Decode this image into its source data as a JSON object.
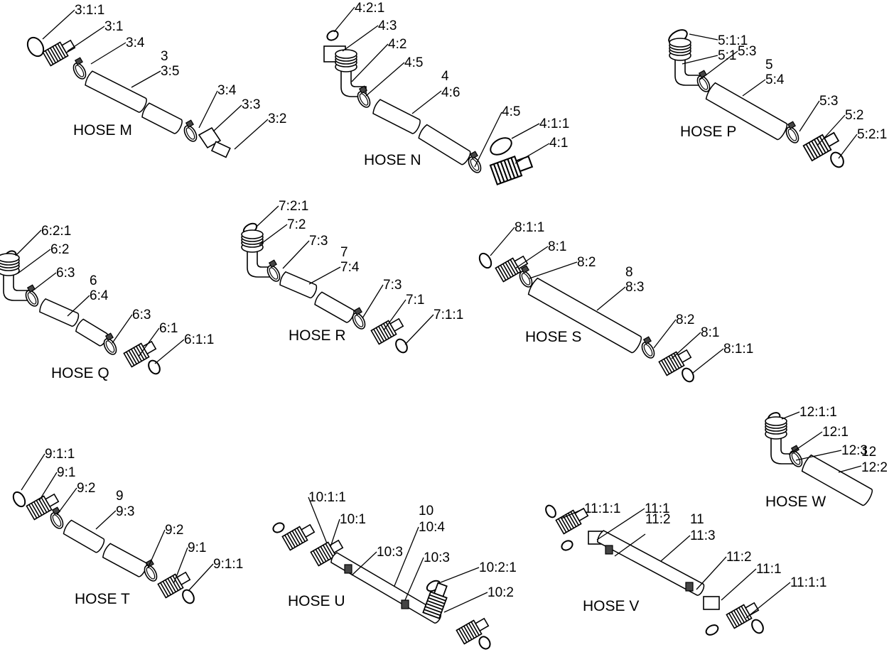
{
  "assemblies": [
    {
      "id": "M",
      "title": "HOSE M",
      "labels": [
        "3:1:1",
        "3:1",
        "3:4",
        "3",
        "3:5",
        "3:4",
        "3:3",
        "3:2"
      ]
    },
    {
      "id": "N",
      "title": "HOSE N",
      "labels": [
        "4:2:1",
        "4:3",
        "4:2",
        "4:5",
        "4",
        "4:6",
        "4:5",
        "4:1:1",
        "4:1"
      ]
    },
    {
      "id": "P",
      "title": "HOSE P",
      "labels": [
        "5:1:1",
        "5:1",
        "5:3",
        "5",
        "5:4",
        "5:3",
        "5:2",
        "5:2:1"
      ]
    },
    {
      "id": "Q",
      "title": "HOSE Q",
      "labels": [
        "6:2:1",
        "6:2",
        "6:3",
        "6",
        "6:4",
        "6:3",
        "6:1",
        "6:1:1"
      ]
    },
    {
      "id": "R",
      "title": "HOSE R",
      "labels": [
        "7:2:1",
        "7:2",
        "7:3",
        "7",
        "7:4",
        "7:3",
        "7:1",
        "7:1:1"
      ]
    },
    {
      "id": "S",
      "title": "HOSE S",
      "labels": [
        "8:1:1",
        "8:1",
        "8:2",
        "8",
        "8:3",
        "8:2",
        "8:1",
        "8:1:1"
      ]
    },
    {
      "id": "W",
      "title": "HOSE W",
      "labels": [
        "12:1:1",
        "12:1",
        "12:3",
        "12",
        "12:2"
      ]
    },
    {
      "id": "T",
      "title": "HOSE T",
      "labels": [
        "9:1:1",
        "9:1",
        "9:2",
        "9",
        "9:3",
        "9:2",
        "9:1",
        "9:1:1"
      ]
    },
    {
      "id": "U",
      "title": "HOSE U",
      "labels": [
        "10:1:1",
        "10:1",
        "10:3",
        "10",
        "10:4",
        "10:3",
        "10:2:1",
        "10:2"
      ]
    },
    {
      "id": "V",
      "title": "HOSE V",
      "labels": [
        "11:1:1",
        "11:1",
        "11:2",
        "11",
        "11:3",
        "11:2",
        "11:1",
        "11:1:1"
      ]
    }
  ]
}
